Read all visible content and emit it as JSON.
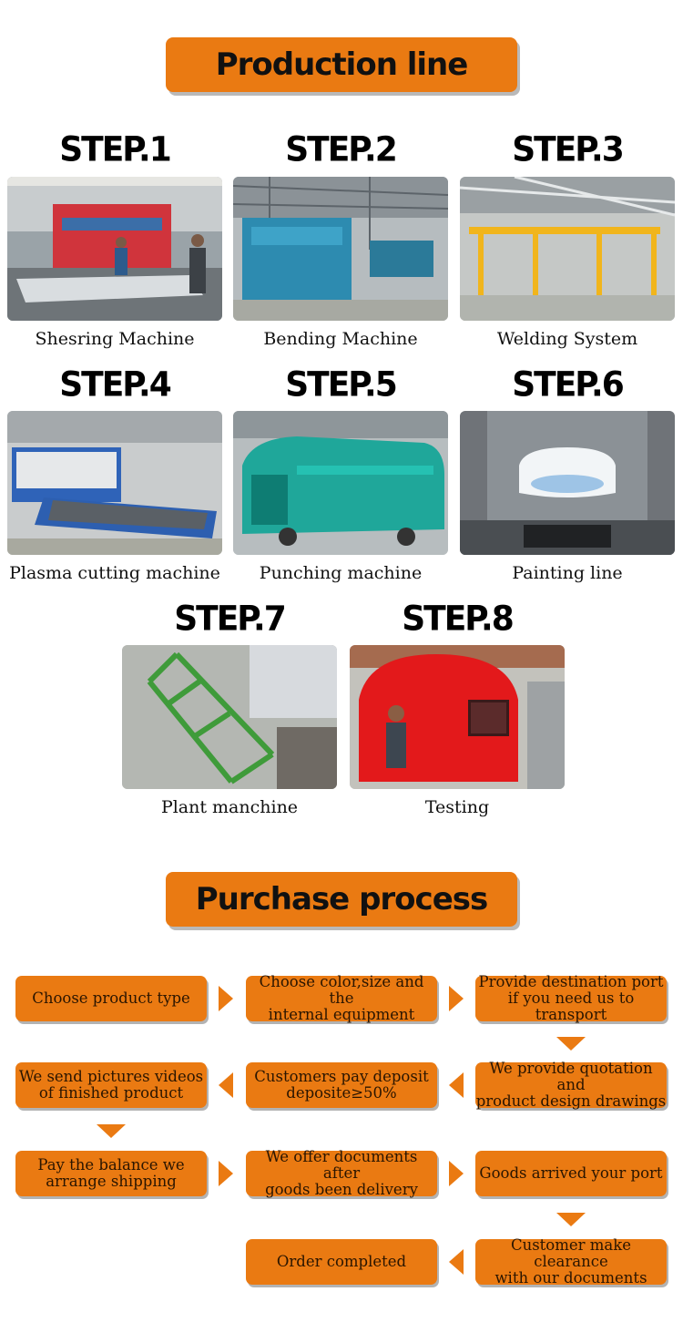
{
  "production": {
    "title": "Production line",
    "steps": [
      {
        "step": "STEP.1",
        "caption": "Shesring Machine"
      },
      {
        "step": "STEP.2",
        "caption": "Bending Machine"
      },
      {
        "step": "STEP.3",
        "caption": "Welding System"
      },
      {
        "step": "STEP.4",
        "caption": "Plasma cutting machine"
      },
      {
        "step": "STEP.5",
        "caption": "Punching machine"
      },
      {
        "step": "STEP.6",
        "caption": "Painting line"
      },
      {
        "step": "STEP.7",
        "caption": "Plant manchine"
      },
      {
        "step": "STEP.8",
        "caption": "Testing"
      }
    ]
  },
  "purchase": {
    "title": "Purchase process",
    "boxes": {
      "choose_type": [
        "Choose product type"
      ],
      "choose_color": [
        "Choose color,size and the",
        "internal equipment"
      ],
      "destination": [
        "Provide destination port",
        "if you need us to transport"
      ],
      "quotation": [
        "We provide quotation and",
        "product design drawings"
      ],
      "deposit": [
        "Customers pay deposit",
        "deposite≥50%"
      ],
      "pictures": [
        "We send pictures videos",
        "of finished product"
      ],
      "balance": [
        "Pay the balance we",
        "arrange shipping"
      ],
      "documents": [
        "We offer documents after",
        "goods been delivery"
      ],
      "arrived": [
        "Goods arrived your port"
      ],
      "clearance": [
        "Customer make clearance",
        "with our documents"
      ],
      "completed": [
        "Order completed"
      ]
    }
  },
  "colors": {
    "accent": "#ea7a12"
  }
}
